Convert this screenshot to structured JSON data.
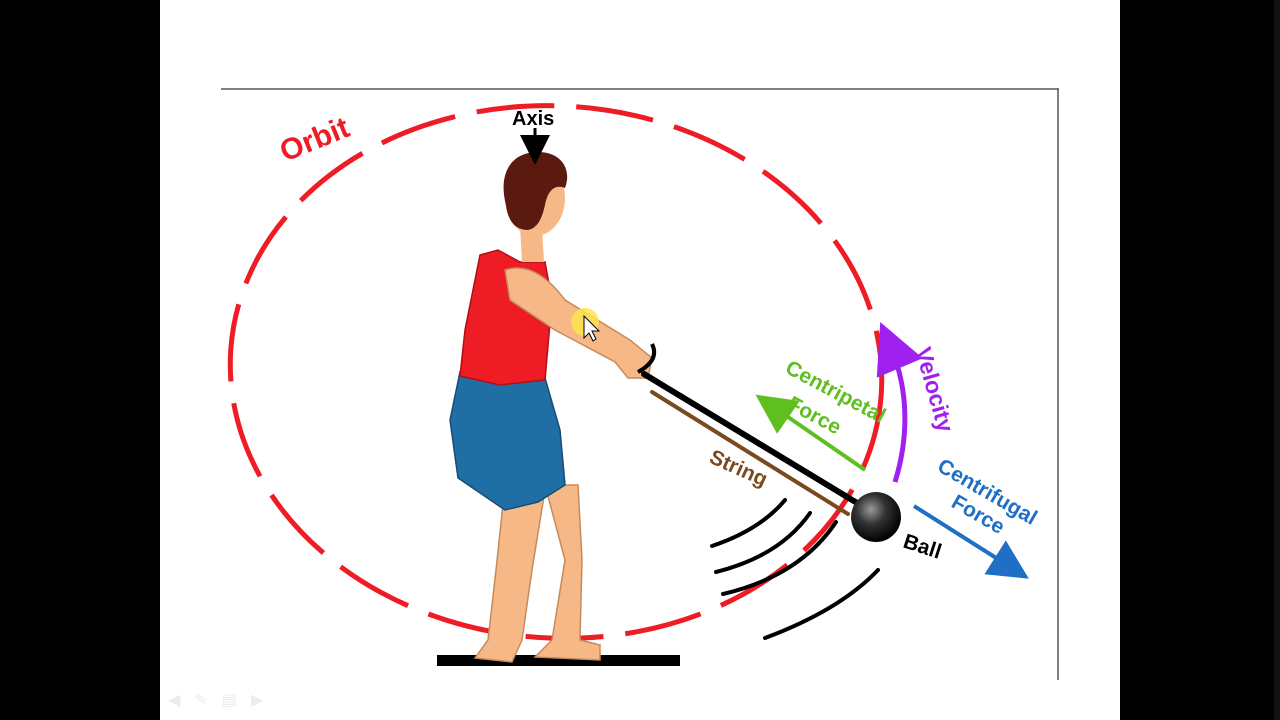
{
  "labels": {
    "orbit": "Orbit",
    "axis": "Axis",
    "centripetal_line1": "Centripetal",
    "centripetal_line2": "Force",
    "velocity": "Velocity",
    "centrifugal_line1": "Centrifugal",
    "centrifugal_line2": "Force",
    "string": "String",
    "ball": "Ball"
  },
  "colors": {
    "orbit": "#ee1c25",
    "centripetal": "#5fbf1f",
    "velocity": "#a020f0",
    "centrifugal": "#1f6fc4",
    "string": "#7a4a1e"
  },
  "controls": {
    "prev_icon": "previous-slide-icon",
    "pen_icon": "pen-icon",
    "menu_icon": "slide-menu-icon",
    "next_icon": "next-slide-icon"
  }
}
